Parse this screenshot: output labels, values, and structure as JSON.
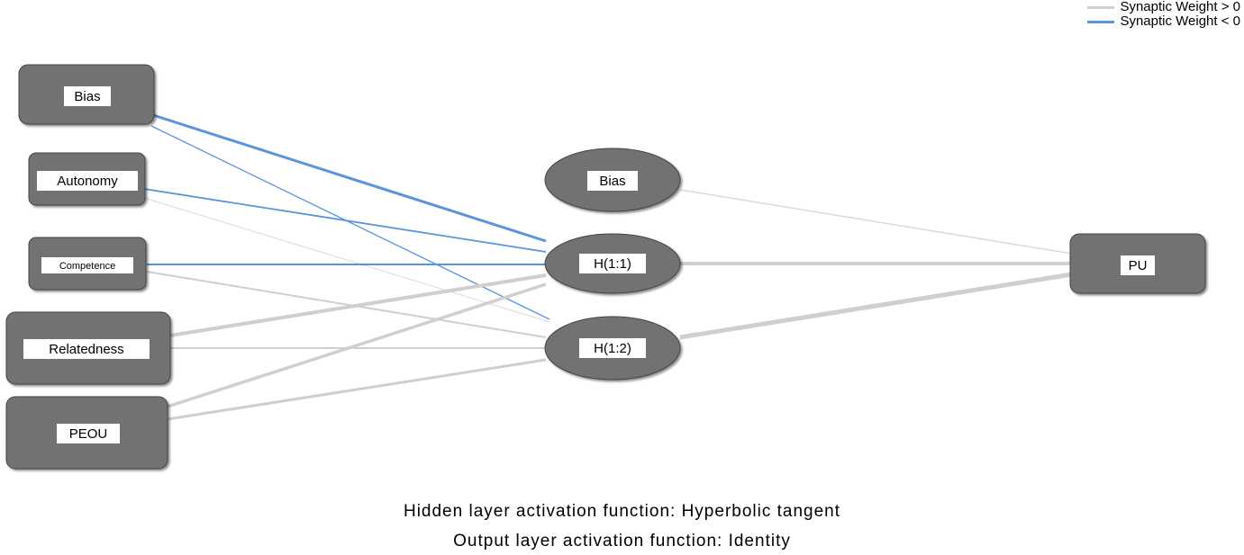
{
  "legend": {
    "positive": "Synaptic Weight > 0",
    "negative": "Synaptic Weight < 0"
  },
  "colors": {
    "positive": "#cfcfcf",
    "negative": "#5b93dc",
    "node_fill": "#727272"
  },
  "nodes": {
    "input_bias": "Bias",
    "autonomy": "Autonomy",
    "competence": "Competence",
    "relatedness": "Relatedness",
    "peou": "PEOU",
    "hidden_bias": "Bias",
    "h1": "H(1:1)",
    "h2": "H(1:2)",
    "pu": "PU"
  },
  "footer": {
    "hidden_activation": "Hidden layer activation function: Hyperbolic tangent",
    "output_activation": "Output layer activation function: Identity"
  }
}
